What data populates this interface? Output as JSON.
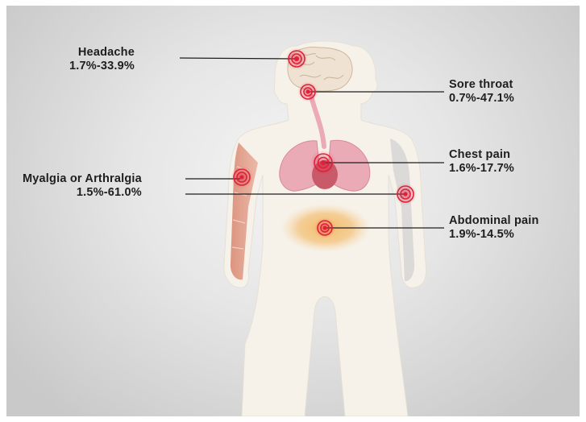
{
  "symptoms": {
    "headache": {
      "name": "Headache",
      "range": "1.7%-33.9%"
    },
    "sore_throat": {
      "name": "Sore throat",
      "range": "0.7%-47.1%"
    },
    "chest_pain": {
      "name": "Chest pain",
      "range": "1.6%-17.7%"
    },
    "myalgia": {
      "name": "Myalgia or Arthralgia",
      "range": "1.5%-61.0%"
    },
    "abdominal_pain": {
      "name": "Abdominal pain",
      "range": "1.9%-14.5%"
    }
  },
  "colors": {
    "body": "#f6f2ea",
    "marker": "#e0203a",
    "muscle": "#e3a08a",
    "bone": "#d6d6d6",
    "lungs": "#eaaab6",
    "abdomen_glow": "#f2b862",
    "leader_line": "#1e1e1e"
  }
}
